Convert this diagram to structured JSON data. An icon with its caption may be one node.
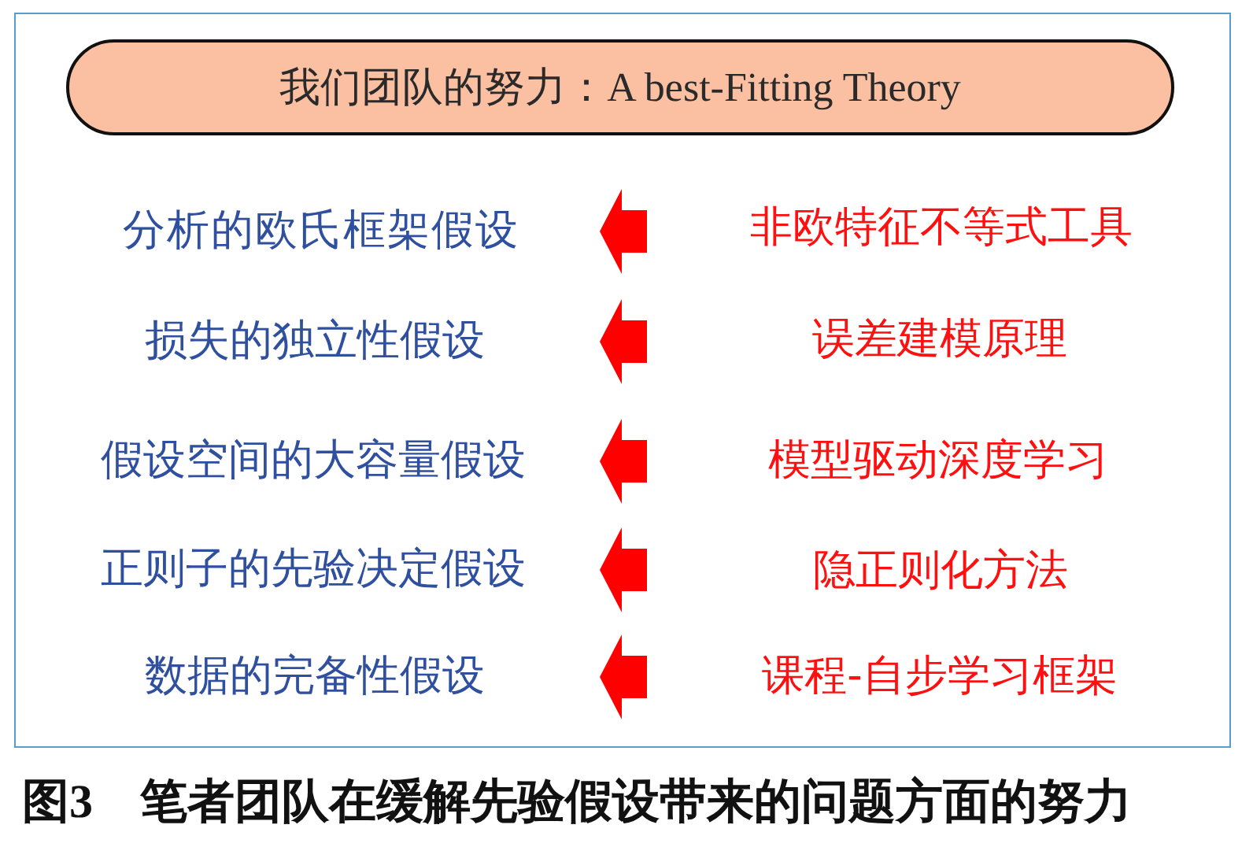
{
  "diagram": {
    "caption": "图3　笔者团队在缓解先验假设带来的问题方面的努力",
    "nodes": [
      {
        "text": [
          "我们团队的努力：A best-Fitting Theory"
        ]
      },
      {
        "text": [
          "分析的欧氏框架假设"
        ]
      },
      {
        "text": [
          "非欧特征不等式工具"
        ]
      },
      {
        "text": [
          "损失的独立性假设"
        ]
      },
      {
        "text": [
          "误差建模原理"
        ]
      },
      {
        "text": [
          "假设空间的大容量假设"
        ]
      },
      {
        "text": [
          "模型驱动深度学习"
        ]
      },
      {
        "text": [
          "正则子的先验决定假设"
        ]
      },
      {
        "text": [
          "隐正则化方法"
        ]
      },
      {
        "text": [
          "数据的完备性假设"
        ]
      },
      {
        "text": [
          "课程-自步学习框架"
        ]
      }
    ],
    "edges": [
      {
        "from": 2,
        "to": 1,
        "arrow": "to"
      },
      {
        "from": 4,
        "to": 3,
        "arrow": "to"
      },
      {
        "from": 6,
        "to": 5,
        "arrow": "to"
      },
      {
        "from": 8,
        "to": 7,
        "arrow": "to"
      },
      {
        "from": 10,
        "to": 9,
        "arrow": "to"
      }
    ]
  }
}
